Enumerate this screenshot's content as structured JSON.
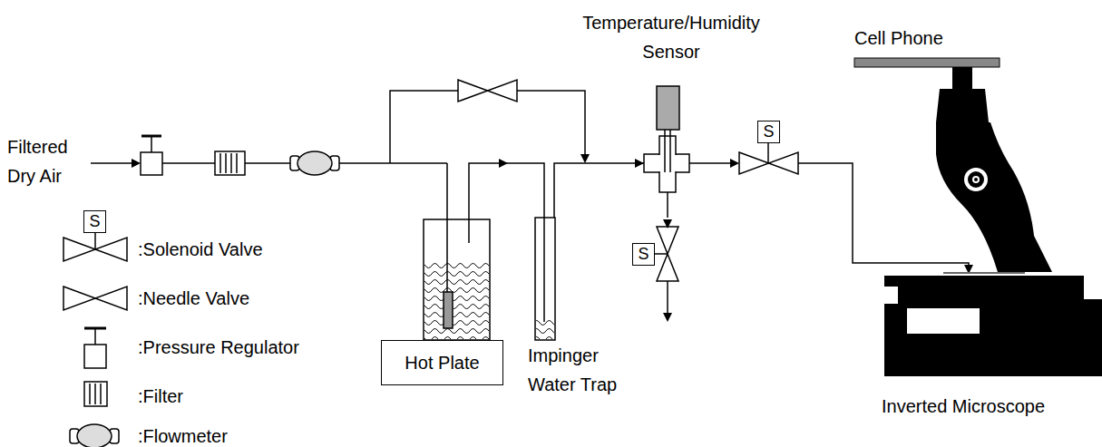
{
  "diagram": {
    "nodes": [
      {
        "text": [
          "Hot Plate"
        ]
      },
      {
        "text": [
          "S"
        ]
      },
      {
        "text": [
          "S"
        ]
      },
      {
        "text": [
          "S"
        ]
      }
    ],
    "labels": [
      "Filtered Dry Air",
      "Temperature/Humidity Sensor",
      "Cell Phone",
      "Impinger Water Trap",
      "Inverted Microscope"
    ],
    "legend": [
      {
        "text": ":Solenoid Valve"
      },
      {
        "text": ":Needle Valve"
      },
      {
        "text": ":Pressure Regulator"
      },
      {
        "text": ":Filter"
      },
      {
        "text": ":Flowmeter"
      }
    ]
  }
}
